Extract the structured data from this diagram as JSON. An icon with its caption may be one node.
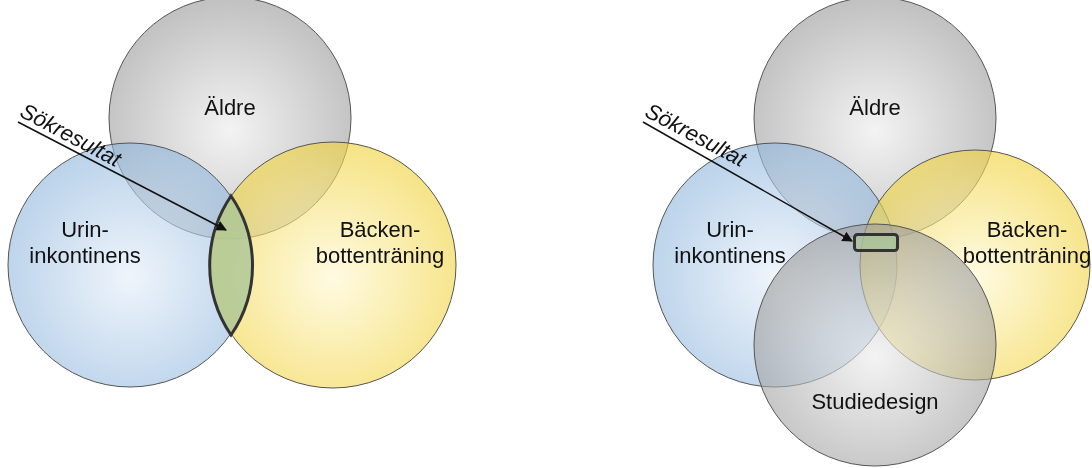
{
  "diagram": {
    "nodes": [
      {
        "text": [
          "Äldre"
        ]
      },
      {
        "text": [
          "Urin- inkontinens"
        ]
      },
      {
        "text": [
          "Bäcken- bottenträning"
        ]
      },
      {
        "text": [
          "Sökresultat"
        ]
      },
      {
        "text": [],
        "shape": "lens"
      },
      {
        "text": [
          "Äldre"
        ]
      },
      {
        "text": [
          "Urin- inkontinens"
        ]
      },
      {
        "text": [
          "Bäcken- bottenträning"
        ]
      },
      {
        "text": [
          "Studiedesign"
        ]
      },
      {
        "text": [
          "Sökresultat"
        ]
      },
      {
        "text": [],
        "shape": "box"
      }
    ],
    "edges": [
      {
        "from": 3,
        "to": 4,
        "arrow": "to"
      },
      {
        "from": 9,
        "to": 10,
        "arrow": "to"
      }
    ]
  }
}
